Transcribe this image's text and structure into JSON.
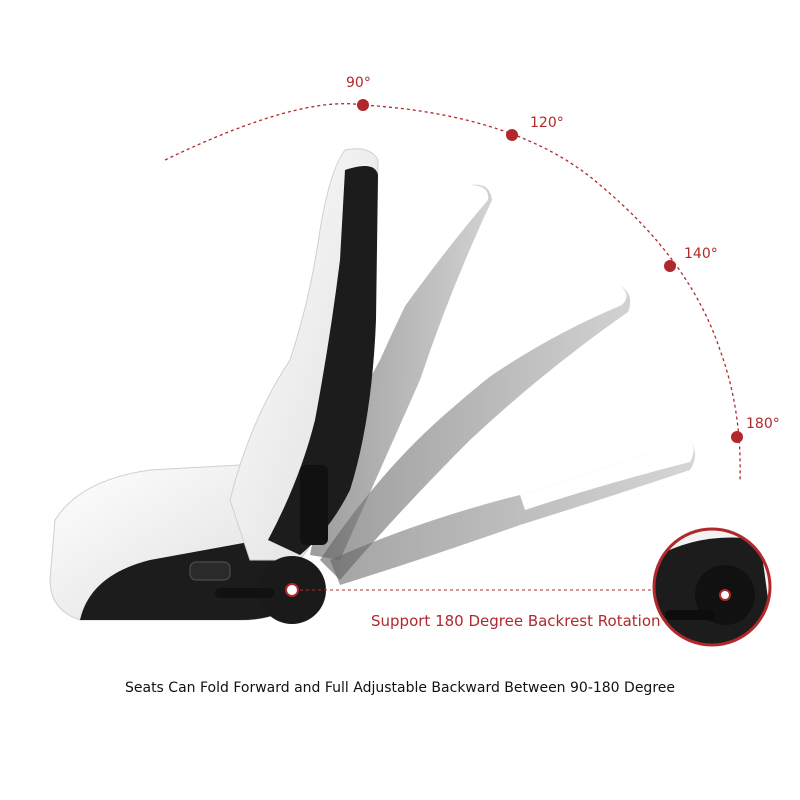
{
  "angles": {
    "a90": "90°",
    "a120": "120°",
    "a140": "140°",
    "a180": "180°"
  },
  "feature_text": "Support 180 Degree Backrest Rotation",
  "caption": "Seats Can Fold Forward and Full Adjustable Backward Between 90-180 Degree",
  "colors": {
    "accent": "#b1282c",
    "seat_white": "#f6f6f6",
    "seat_black": "#1c1c1c",
    "ghost": "#8a8a8a"
  },
  "icons": [
    "recliner-knob-icon"
  ]
}
